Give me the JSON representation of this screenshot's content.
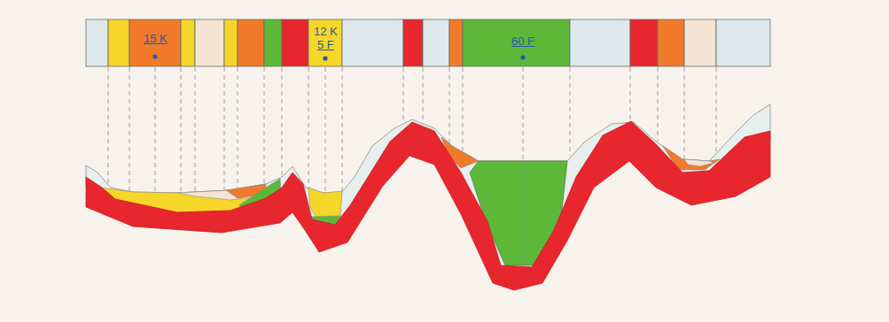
{
  "diagram": {
    "labels": [
      "15 K",
      "12 K",
      "5 F",
      "60 F"
    ]
  }
}
